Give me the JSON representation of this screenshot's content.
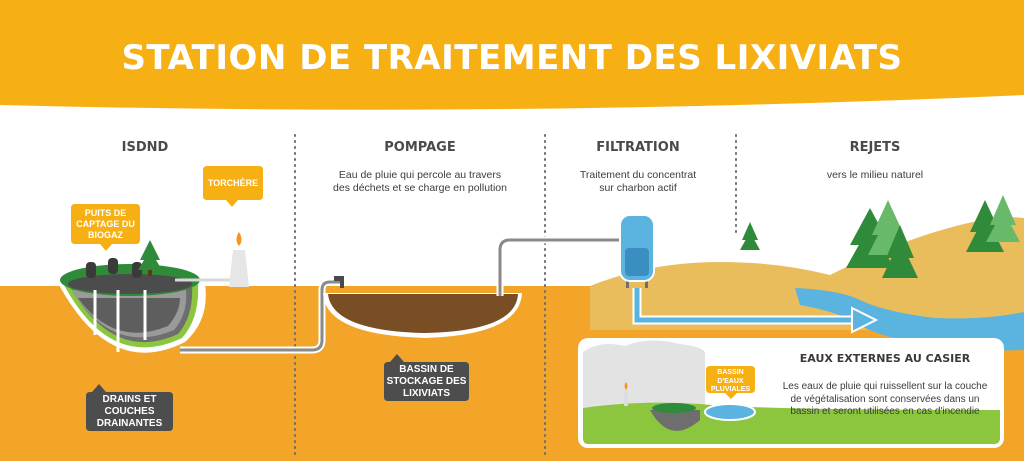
{
  "title": "STATION DE TRAITEMENT DES LIXIVIATS",
  "stages": [
    {
      "label": "ISDND",
      "description": ""
    },
    {
      "label": "POMPAGE",
      "description": "Eau de pluie qui percole au travers des déchets et se charge en pollution"
    },
    {
      "label": "FILTRATION",
      "description": "Traitement du concentrat sur charbon actif"
    },
    {
      "label": "REJETS",
      "description": "vers le milieu naturel"
    }
  ],
  "labels": {
    "torchere": "TORCHÈRE",
    "puits": "PUITS DE CAPTAGE DU BIOGAZ",
    "drains": "DRAINS ET COUCHES DRAINANTES",
    "bassin": "BASSIN DE STOCKAGE DES LIXIVIATS",
    "bassin_pluviales": "BASSIN D'EAUX PLUVIALES"
  },
  "external": {
    "title": "EAUX EXTERNES AU CASIER",
    "text": "Les eaux de pluie qui ruissellent sur la couche de végétalisation sont conservées dans un bassin et seront utilisées en cas d'incendie"
  },
  "colors": {
    "brand_orange": "#f7b014",
    "ground": "#f3a52a",
    "hill": "#e9bd5c",
    "water": "#5bb3e0",
    "grass": "#8cc63f",
    "label_dark": "#4d4d4d",
    "basin_mud": "#7a4e25",
    "pipe": "#8a8a8a"
  }
}
